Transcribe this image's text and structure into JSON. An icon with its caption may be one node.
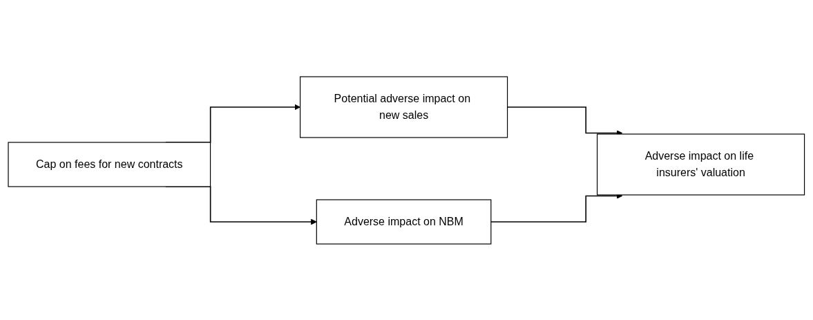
{
  "diagram": {
    "nodes": [
      {
        "text": [
          "Cap on fees for new contracts"
        ]
      },
      {
        "text": [
          "Potential adverse impact on new sales"
        ]
      },
      {
        "text": [
          "Adverse impact on NBM"
        ]
      },
      {
        "text": [
          "Adverse impact on life insurers' valuation"
        ]
      }
    ],
    "edges": [
      {
        "from": 0,
        "to": 1,
        "arrow": "to"
      },
      {
        "from": 0,
        "to": 2,
        "arrow": "to"
      },
      {
        "from": 1,
        "to": 3,
        "arrow": "to"
      },
      {
        "from": 2,
        "to": 3,
        "arrow": "to"
      }
    ]
  }
}
